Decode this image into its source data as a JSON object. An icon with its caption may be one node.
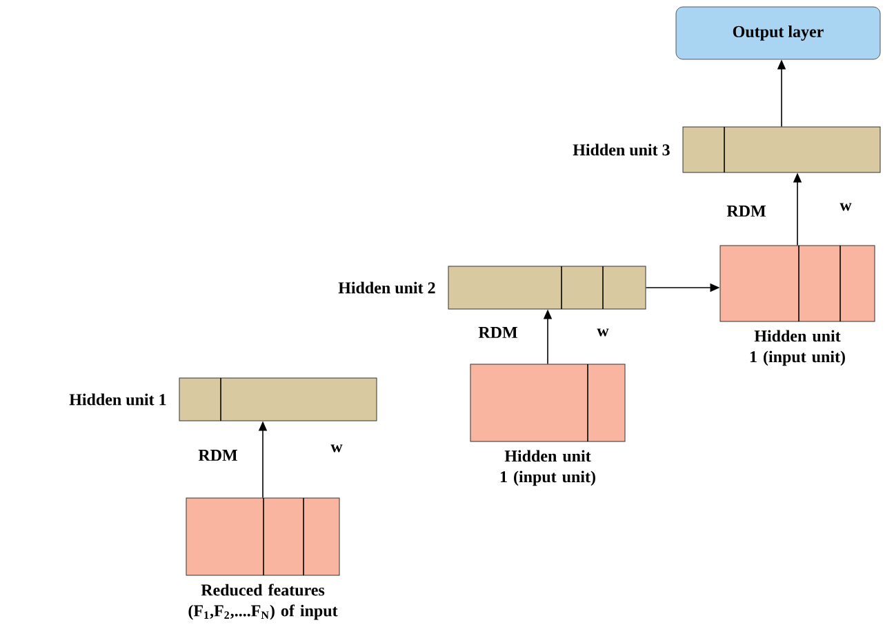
{
  "diagram": {
    "nodes": [
      {
        "text": [
          "Output layer"
        ]
      },
      {
        "text": [
          "Hidden unit 3"
        ]
      },
      {
        "text": [
          "Hidden unit 1 (input unit)"
        ]
      },
      {
        "text": [
          "Hidden unit 2"
        ]
      },
      {
        "text": [
          "Hidden unit 1 (input unit)"
        ]
      },
      {
        "text": [
          "Hidden unit 1"
        ]
      },
      {
        "text": [
          "Reduced features (F$_{1}$,F$_{2}$,....F$_{N}$) of input"
        ]
      }
    ],
    "edges": [
      {
        "from": 1,
        "to": 0,
        "arrow": "to"
      },
      {
        "from": 2,
        "to": 1,
        "arrow": "to"
      },
      {
        "from": 3,
        "to": 2,
        "arrow": "to"
      },
      {
        "from": 4,
        "to": 3,
        "arrow": "to"
      },
      {
        "from": 6,
        "to": 5,
        "arrow": "to"
      }
    ],
    "labels": [
      "RDM",
      "w",
      "RDM",
      "w",
      "RDM",
      "w"
    ]
  }
}
